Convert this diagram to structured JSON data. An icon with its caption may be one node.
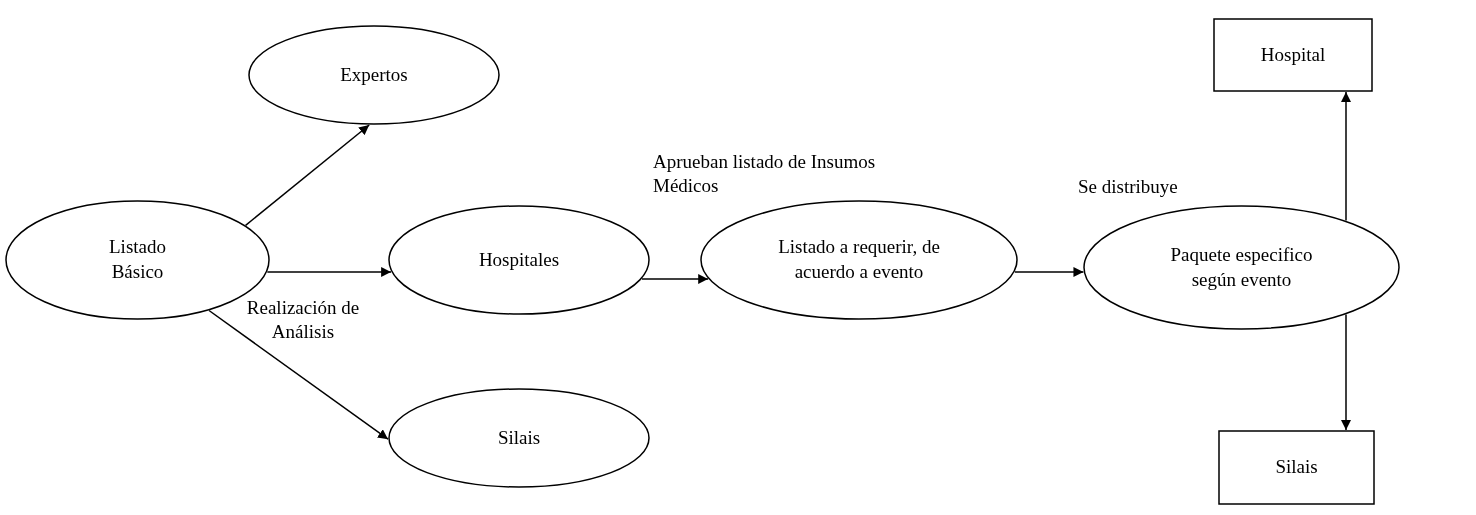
{
  "diagram": {
    "nodes": [
      {
        "text": [
          "Listado Básico"
        ]
      },
      {
        "text": [
          "Expertos"
        ]
      },
      {
        "text": [
          "Hospitales"
        ]
      },
      {
        "text": [
          "Silais"
        ]
      },
      {
        "text": [
          "Listado a requerir, de acuerdo a evento"
        ]
      },
      {
        "text": [
          "Paquete especifico según evento"
        ]
      },
      {
        "text": [
          "Hospital"
        ]
      },
      {
        "text": [
          "Silais"
        ]
      }
    ],
    "edges": [
      {
        "from": 0,
        "to": 1,
        "arrow": "to"
      },
      {
        "from": 0,
        "to": 2,
        "arrow": "to"
      },
      {
        "from": 0,
        "to": 3,
        "arrow": "to"
      },
      {
        "from": 2,
        "to": 4,
        "arrow": "to"
      },
      {
        "from": 4,
        "to": 5,
        "arrow": "to",
        "label": "Se distribuye"
      },
      {
        "from": 5,
        "to": 6,
        "arrow": "to"
      },
      {
        "from": 5,
        "to": 7,
        "arrow": "to"
      }
    ],
    "labels": [
      "Aprueban listado de Insumos Médicos",
      "Realización de Análisis"
    ]
  }
}
